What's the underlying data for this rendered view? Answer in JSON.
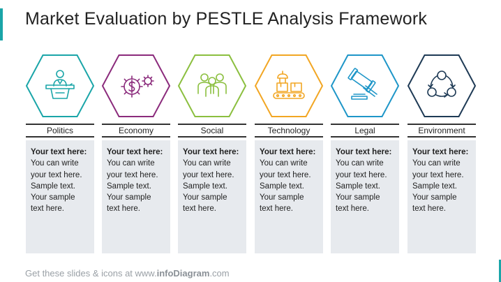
{
  "title": "Market Evaluation by PESTLE Analysis Framework",
  "columns": [
    {
      "label": "Politics",
      "icon": "speaker-podium-icon",
      "color": "#1aa5a8",
      "bold_text": "Your text here:",
      "body_text": "You can write your text here. Sample text. Your sample text here."
    },
    {
      "label": "Economy",
      "icon": "dollar-gears-icon",
      "color": "#8b2b7c",
      "bold_text": "Your text here:",
      "body_text": "You can write your text here. Sample text. Your sample text here."
    },
    {
      "label": "Social",
      "icon": "people-group-icon",
      "color": "#8bbf3f",
      "bold_text": "Your text here:",
      "body_text": "You can write your text here. Sample text. Your sample text here."
    },
    {
      "label": "Technology",
      "icon": "robot-conveyor-icon",
      "color": "#f2a623",
      "bold_text": "Your text here:",
      "body_text": "You can write your text here. Sample text. Your sample text here."
    },
    {
      "label": "Legal",
      "icon": "gavel-icon",
      "color": "#1e96c8",
      "bold_text": "Your text here:",
      "body_text": "You can write your text here. Sample text. Your sample text here."
    },
    {
      "label": "Environment",
      "icon": "cycle-nodes-icon",
      "color": "#1e3a55",
      "bold_text": "Your text here:",
      "body_text": "You can write your text here. Sample text. Your sample text here."
    }
  ],
  "footer": {
    "prefix": "Get these slides & icons at www.",
    "brand": "infoDiagram",
    "suffix": ".com"
  }
}
